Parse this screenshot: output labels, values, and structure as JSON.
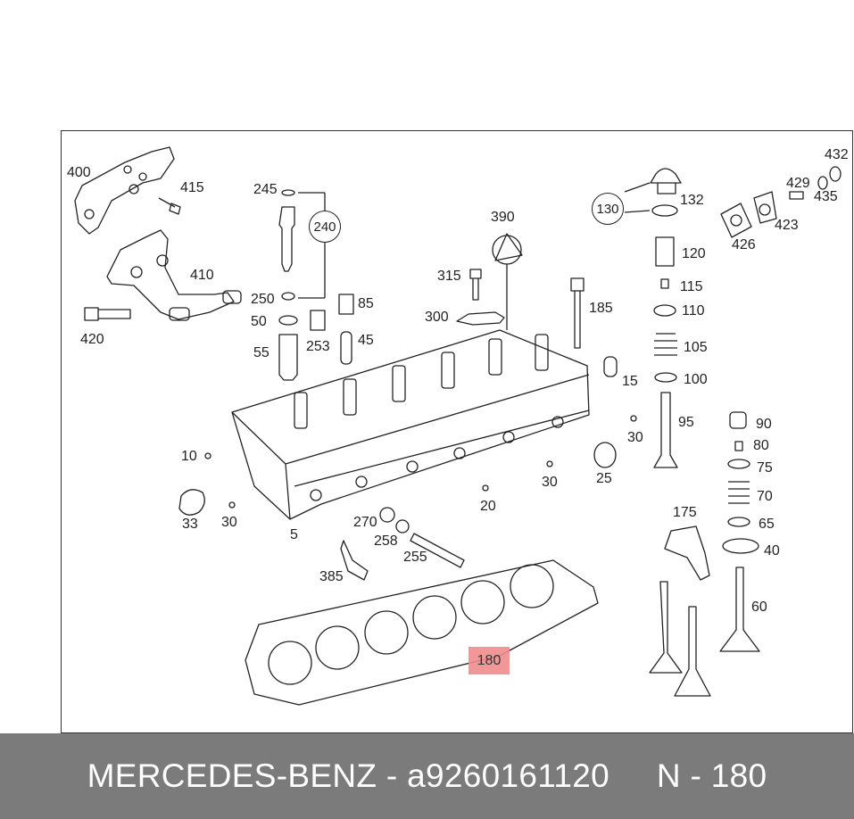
{
  "labels": {
    "l400": "400",
    "l415": "415",
    "l410": "410",
    "l420": "420",
    "l245": "245",
    "l240": "240",
    "l250": "250",
    "l50": "50",
    "l55": "55",
    "l253": "253",
    "l85": "85",
    "l45": "45",
    "l390": "390",
    "l315": "315",
    "l300": "300",
    "l185": "185",
    "l130": "130",
    "l132": "132",
    "l120": "120",
    "l115": "115",
    "l110": "110",
    "l105": "105",
    "l100": "100",
    "l95": "95",
    "l15": "15",
    "l432": "432",
    "l429": "429",
    "l435": "435",
    "l426": "426",
    "l423": "423",
    "l90": "90",
    "l80": "80",
    "l75": "75",
    "l70": "70",
    "l65": "65",
    "l40": "40",
    "l175": "175",
    "l60": "60",
    "l10": "10",
    "l33": "33",
    "l30a": "30",
    "l5": "5",
    "l30b": "30",
    "l30c": "30",
    "l20": "20",
    "l25": "25",
    "l270": "270",
    "l258": "258",
    "l255": "255",
    "l385": "385",
    "l180": "180"
  },
  "footer": {
    "brand": "MERCEDES-BENZ",
    "sep1": "-",
    "part_number": "a9260161120",
    "position": "N - 180"
  }
}
